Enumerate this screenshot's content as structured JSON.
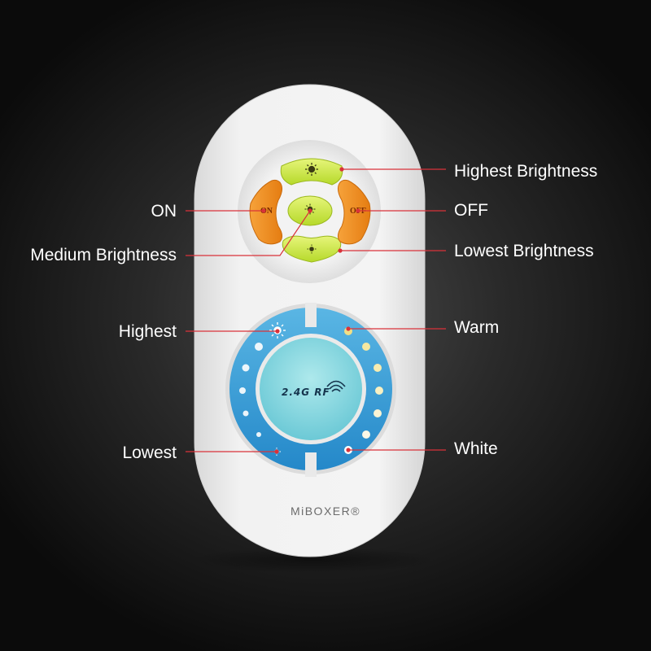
{
  "callouts": {
    "highest_brightness": "Highest Brightness",
    "on": "ON",
    "off": "OFF",
    "medium_brightness": "Medium Brightness",
    "lowest_brightness": "Lowest Brightness",
    "highest": "Highest",
    "warm": "Warm",
    "lowest": "Lowest",
    "white": "White"
  },
  "remote": {
    "on_button": "ON",
    "off_button": "OFF",
    "rf_label": "2.4G RF",
    "brand": "MiBOXER®"
  },
  "colors": {
    "background": "#1e1e1e",
    "remote_body": "#eeeeee",
    "on_off_buttons": "#f08a1e",
    "brightness_buttons": "#c7e43a",
    "touch_ring": "#2f9bd8",
    "touch_center": "#7fd6dc",
    "callout_line": "#d9323a"
  }
}
